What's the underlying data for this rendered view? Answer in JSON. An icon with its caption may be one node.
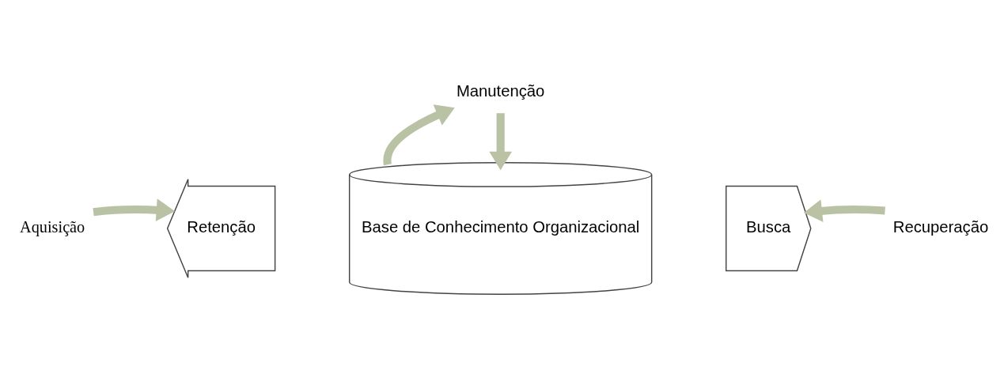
{
  "diagram": {
    "nodes": [
      {
        "text": [
          "Aquisição"
        ]
      },
      {
        "text": [
          "Retenção"
        ]
      },
      {
        "text": [
          "Base de Conhecimento Organizacional"
        ]
      },
      {
        "text": [
          "Busca"
        ]
      },
      {
        "text": [
          "Recuperação"
        ]
      },
      {
        "text": [
          "Manutenção"
        ]
      }
    ],
    "edges": [
      {
        "from": 0,
        "to": 1,
        "arrow": "to"
      },
      {
        "from": 4,
        "to": 3,
        "arrow": "to"
      },
      {
        "from": 5,
        "to": 2,
        "arrow": "to"
      },
      {
        "from": 2,
        "to": 5,
        "arrow": "to"
      }
    ]
  }
}
